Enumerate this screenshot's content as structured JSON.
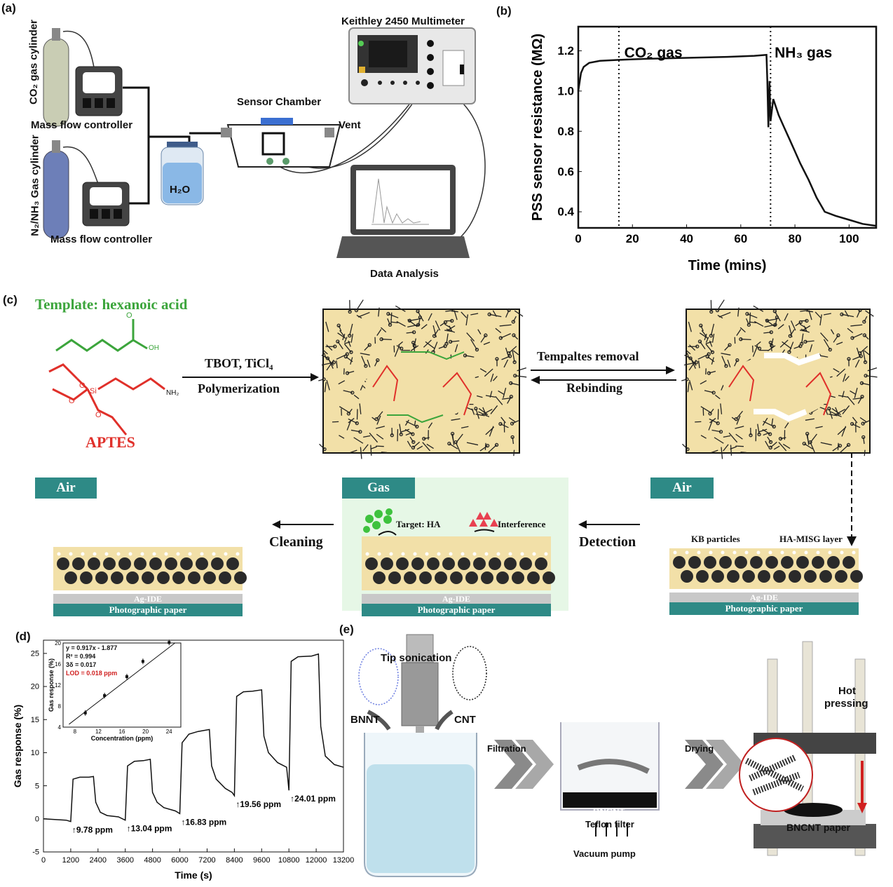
{
  "panel_labels": {
    "a": "(a)",
    "b": "(b)",
    "c": "(c)",
    "d": "(d)",
    "e": "(e)"
  },
  "panel_a": {
    "multimeter": "Keithley 2450 Multimeter",
    "co2_cylinder": "CO₂ gas cylinder",
    "n2_cylinder": "N₂/NH₃ Gas cylinder",
    "mfc_top": "Mass flow controller",
    "mfc_bottom": "Mass flow controller",
    "chamber": "Sensor Chamber",
    "vent": "Vent",
    "water": "H₂O",
    "analysis": "Data Analysis"
  },
  "panel_c": {
    "template_title": "Template: hexanoic acid",
    "aptes": "APTES",
    "arrow1_top": "TBOT, TiCl₄",
    "arrow1_bottom": "Polymerization",
    "arrow2_top": "Tempaltes removal",
    "arrow2_bottom": "Rebinding",
    "air_left": "Air",
    "gas": "Gas",
    "air_right": "Air",
    "cleaning": "Cleaning",
    "detection": "Detection",
    "target": "Target: HA",
    "interference": "Interference",
    "kb": "KB particles",
    "misg": "HA-MISG layer",
    "ag_ide": "Ag-IDE",
    "paper": "Photographic paper"
  },
  "panel_e": {
    "tip": "Tip sonication",
    "bnnt": "BNNT",
    "cnt": "CNT",
    "filtration": "Filtration",
    "bncnt": "BNCNT",
    "teflon": "Teflon filter",
    "vacuum": "Vacuum pump",
    "drying": "Drying",
    "hot": "Hot",
    "pressing": "pressing",
    "paper": "BNCNT paper"
  },
  "chart_data": [
    {
      "id": "b",
      "type": "line",
      "xlabel": "Time (mins)",
      "ylabel": "PSS sensor resistance (MΩ)",
      "xlim": [
        0,
        110
      ],
      "ylim": [
        0.32,
        1.32
      ],
      "xticks": [
        0,
        20,
        40,
        60,
        80,
        100
      ],
      "yticks": [
        0.4,
        0.6,
        0.8,
        1.0,
        1.2
      ],
      "ytick_labels": [
        "0.4",
        "0.6",
        "0.8",
        "1.0",
        "1.2"
      ],
      "annotations": [
        "CO₂ gas",
        "NH₃ gas"
      ],
      "vlines": [
        15,
        71
      ],
      "x": [
        0,
        1,
        2,
        4,
        8,
        15,
        25,
        40,
        55,
        65,
        69.5,
        69.8,
        70.2,
        70.6,
        71,
        72,
        74,
        76,
        78,
        80,
        82,
        85,
        88,
        91,
        95,
        100,
        105,
        110
      ],
      "y": [
        1.0,
        1.09,
        1.12,
        1.14,
        1.15,
        1.155,
        1.16,
        1.165,
        1.17,
        1.175,
        1.18,
        1.05,
        0.82,
        1.05,
        0.85,
        0.96,
        0.88,
        0.82,
        0.76,
        0.7,
        0.64,
        0.56,
        0.47,
        0.4,
        0.38,
        0.36,
        0.34,
        0.33
      ]
    },
    {
      "id": "d",
      "type": "line",
      "xlabel": "Time (s)",
      "ylabel": "Gas response (%)",
      "xlim": [
        0,
        13200
      ],
      "ylim": [
        -5,
        27
      ],
      "xticks": [
        0,
        1200,
        2400,
        3600,
        4800,
        6000,
        7200,
        8400,
        9600,
        10800,
        12000,
        13200
      ],
      "yticks": [
        -5,
        0,
        5,
        10,
        15,
        20,
        25
      ],
      "annotations": [
        "9.78 ppm",
        "13.04 ppm",
        "16.83 ppm",
        "19.56 ppm",
        "24.01 ppm"
      ],
      "x": [
        0,
        1000,
        1200,
        1300,
        1600,
        2000,
        2200,
        2300,
        2500,
        2800,
        3300,
        3600,
        3700,
        4000,
        4400,
        4700,
        4800,
        5000,
        5300,
        5800,
        6000,
        6100,
        6400,
        6800,
        7300,
        7400,
        7600,
        8000,
        8300,
        8400,
        8500,
        8800,
        9200,
        9600,
        9700,
        9900,
        10300,
        10700,
        10800,
        10900,
        11200,
        11800,
        12100,
        12200,
        12400,
        12800,
        13200
      ],
      "y": [
        0,
        -0.2,
        -0.4,
        6.0,
        6.3,
        6.3,
        6.4,
        2.5,
        1.0,
        0.5,
        0.3,
        -0.2,
        8.0,
        8.7,
        8.8,
        9.0,
        4.0,
        2.5,
        1.7,
        1.2,
        0.8,
        11.5,
        12.8,
        13.2,
        13.5,
        8.0,
        6.0,
        4.6,
        4.0,
        3.5,
        18.5,
        19.2,
        19.3,
        19.5,
        12.5,
        10.0,
        8.5,
        7.8,
        4.3,
        23.8,
        24.5,
        24.6,
        24.9,
        14.0,
        9.5,
        8.2,
        7.8
      ]
    },
    {
      "id": "d-inset",
      "type": "scatter",
      "xlabel": "Concentration (ppm)",
      "ylabel": "Gas response (%)",
      "xlim": [
        6,
        26
      ],
      "ylim": [
        4,
        20
      ],
      "xticks": [
        8,
        12,
        16,
        20,
        24
      ],
      "yticks": [
        4,
        8,
        12,
        16,
        20
      ],
      "x": [
        9.78,
        13.04,
        16.83,
        19.56,
        24.01
      ],
      "y": [
        6.7,
        10.0,
        13.6,
        16.5,
        20.1
      ],
      "fit": {
        "slope": 0.917,
        "intercept": -1.877
      },
      "stats": [
        "y = 0.917x - 1.877",
        "R² = 0.994",
        "3δ = 0.017",
        "LOD = 0.018 ppm"
      ]
    }
  ]
}
